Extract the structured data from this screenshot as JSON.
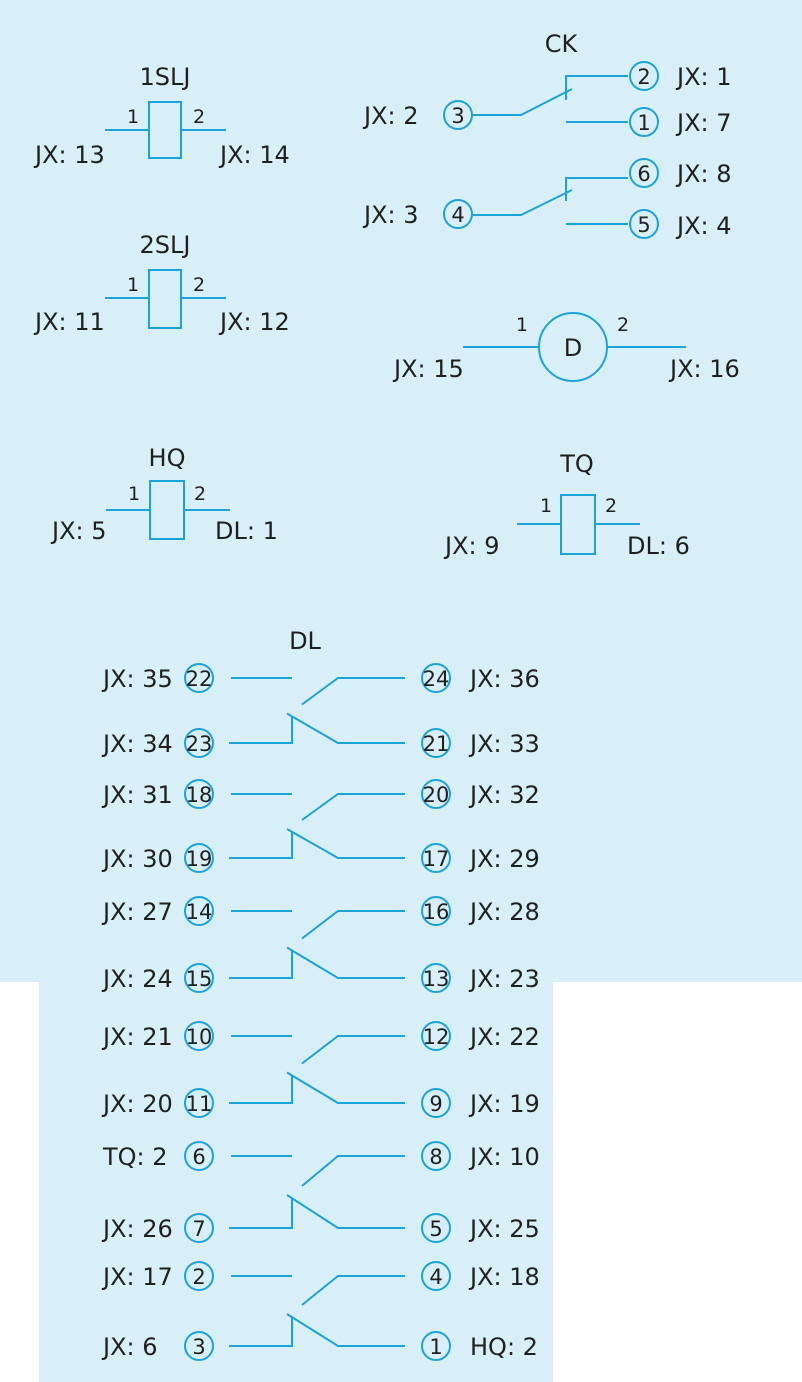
{
  "colors": {
    "background": "#d8eff8",
    "line": "#1aa3d9",
    "text": "#1f1f1f",
    "page": "#ffffff"
  },
  "relays": [
    {
      "name": "1SLJ",
      "pin1": "1",
      "pin2": "2",
      "left": "JX: 13",
      "right": "JX: 14"
    },
    {
      "name": "2SLJ",
      "pin1": "1",
      "pin2": "2",
      "left": "JX: 11",
      "right": "JX: 12"
    },
    {
      "name": "HQ",
      "pin1": "1",
      "pin2": "2",
      "left": "JX: 5",
      "right": "DL: 1"
    },
    {
      "name": "TQ",
      "pin1": "1",
      "pin2": "2",
      "left": "JX: 9",
      "right": "DL: 6"
    }
  ],
  "ck": {
    "name": "CK",
    "groups": [
      {
        "input_label": "JX: 2",
        "input_pin": "3",
        "top_pin": "2",
        "top_label": "JX: 1",
        "bottom_pin": "1",
        "bottom_label": "JX: 7"
      },
      {
        "input_label": "JX: 3",
        "input_pin": "4",
        "top_pin": "6",
        "top_label": "JX: 8",
        "bottom_pin": "5",
        "bottom_label": "JX: 4"
      }
    ]
  },
  "motor": {
    "name": "D",
    "pin1": "1",
    "pin2": "2",
    "left": "JX: 15",
    "right": "JX: 16"
  },
  "dl": {
    "name": "DL",
    "rows": [
      {
        "left_label": "JX: 35",
        "left_pin": "22",
        "right_pin": "24",
        "right_label": "JX: 36"
      },
      {
        "left_label": "JX: 34",
        "left_pin": "23",
        "right_pin": "21",
        "right_label": "JX: 33"
      },
      {
        "left_label": "JX: 31",
        "left_pin": "18",
        "right_pin": "20",
        "right_label": "JX: 32"
      },
      {
        "left_label": "JX: 30",
        "left_pin": "19",
        "right_pin": "17",
        "right_label": "JX: 29"
      },
      {
        "left_label": "JX: 27",
        "left_pin": "14",
        "right_pin": "16",
        "right_label": "JX: 28"
      },
      {
        "left_label": "JX: 24",
        "left_pin": "15",
        "right_pin": "13",
        "right_label": "JX: 23"
      },
      {
        "left_label": "JX: 21",
        "left_pin": "10",
        "right_pin": "12",
        "right_label": "JX: 22"
      },
      {
        "left_label": "JX: 20",
        "left_pin": "11",
        "right_pin": "9",
        "right_label": "JX: 19"
      },
      {
        "left_label": "TQ: 2",
        "left_pin": "6",
        "right_pin": "8",
        "right_label": "JX: 10"
      },
      {
        "left_label": "JX: 26",
        "left_pin": "7",
        "right_pin": "5",
        "right_label": "JX: 25"
      },
      {
        "left_label": "JX: 17",
        "left_pin": "2",
        "right_pin": "4",
        "right_label": "JX: 18"
      },
      {
        "left_label": "JX: 6",
        "left_pin": "3",
        "right_pin": "1",
        "right_label": "HQ: 2"
      }
    ]
  }
}
